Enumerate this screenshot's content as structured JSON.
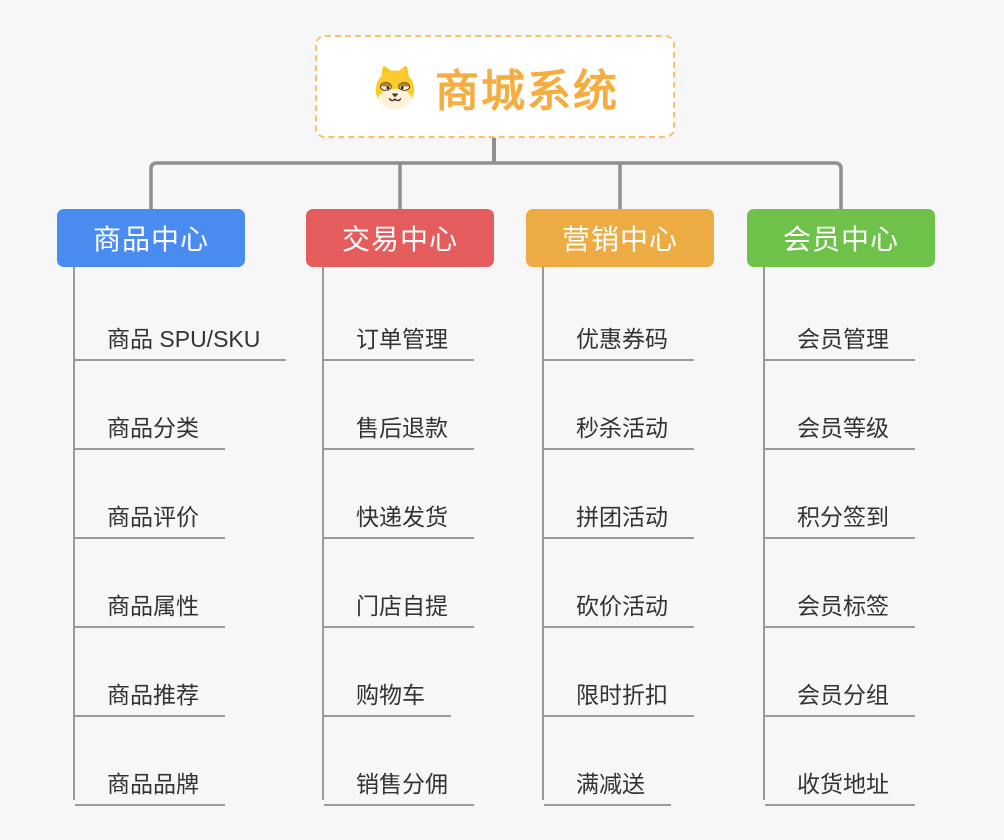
{
  "background_color": "#f7f7f7",
  "connector_color": "#8f8f8f",
  "line_color": "#9a9a9a",
  "root": {
    "label": "商城系统",
    "icon": "dog-face-icon",
    "text_color": "#f5ad3f",
    "border_color": "#f8c16c"
  },
  "branches": [
    {
      "label": "商品中心",
      "color": "#4a8bf0",
      "items": [
        "商品 SPU/SKU",
        "商品分类",
        "商品评价",
        "商品属性",
        "商品推荐",
        "商品品牌"
      ]
    },
    {
      "label": "交易中心",
      "color": "#e45c5c",
      "items": [
        "订单管理",
        "售后退款",
        "快递发货",
        "门店自提",
        "购物车",
        "销售分佣"
      ]
    },
    {
      "label": "营销中心",
      "color": "#ecab43",
      "items": [
        "优惠券码",
        "秒杀活动",
        "拼团活动",
        "砍价活动",
        "限时折扣",
        "满减送"
      ]
    },
    {
      "label": "会员中心",
      "color": "#6ec24a",
      "items": [
        "会员管理",
        "会员等级",
        "积分签到",
        "会员标签",
        "会员分组",
        "收货地址"
      ]
    }
  ]
}
